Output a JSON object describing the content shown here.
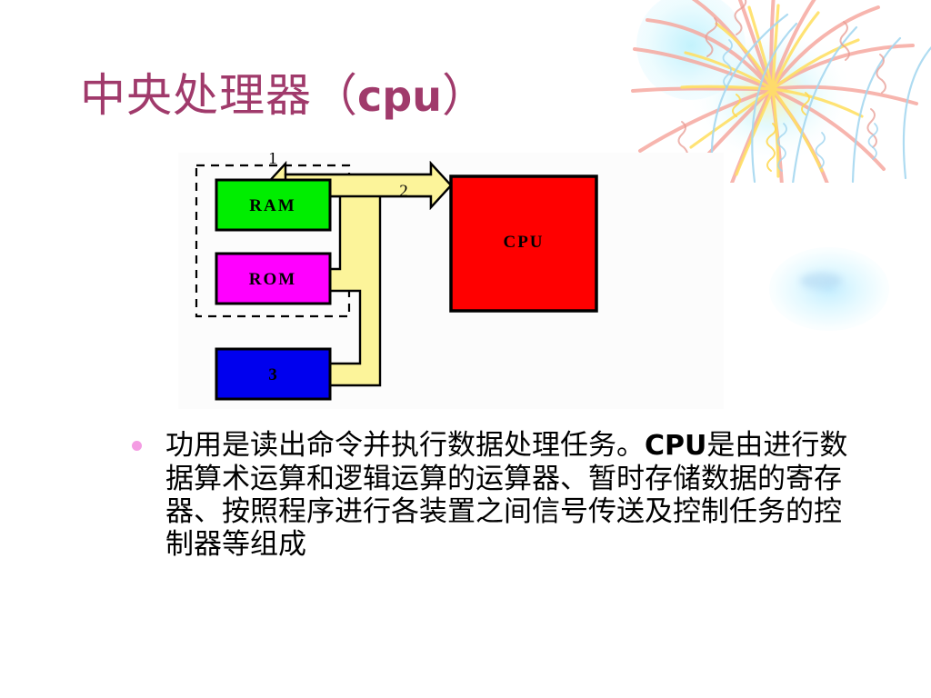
{
  "slide": {
    "title": {
      "cjk_prefix": "中央处理器",
      "paren_open": "（",
      "latin": "cpu",
      "paren_close": "）",
      "color": "#A03A6B",
      "full_text": "中央处理器（ cpu ）"
    },
    "background_color": "#FFFFFF"
  },
  "decorations": [
    {
      "name": "firework-burst",
      "colors": [
        "#F6A9A0",
        "#FFE066",
        "#A6D8F0",
        "#CFF3FB"
      ]
    },
    {
      "name": "cyan-glow-blob",
      "colors": [
        "#96E1FF",
        "#B0D6F0"
      ]
    }
  ],
  "diagram": {
    "figure_background": "#FCFCFC",
    "labels": {
      "group_dashed": "1",
      "bus": "2",
      "blue_box": "3"
    },
    "boxes": [
      {
        "id": "ram",
        "label": "RAM",
        "fill": "#00EE00",
        "stroke": "#000000"
      },
      {
        "id": "rom",
        "label": "ROM",
        "fill": "#FF00FF",
        "stroke": "#000000"
      },
      {
        "id": "device",
        "label": "3",
        "fill": "#0000EE",
        "stroke": "#000000"
      },
      {
        "id": "cpu",
        "label": "CPU",
        "fill": "#FF0000",
        "stroke": "#000000"
      }
    ],
    "bus": {
      "label": "2",
      "fill": "#FCF49A",
      "stroke": "#000000",
      "description": "yellow multi-headed bus arrow linking RAM, ROM and device 3 to the CPU"
    },
    "dashed_group": {
      "label": "1",
      "stroke": "#000000",
      "contains": [
        "RAM",
        "ROM"
      ]
    }
  },
  "body": {
    "bullet_color": "#F49CE3",
    "text_part1": "功用是读出命令并执行数据处理任务。",
    "text_cpu": "CPU",
    "text_part2": "是由进行数据算术运算和逻辑运算的运算器、暂时存储数据的寄存器、按照程序进行各装置之间信号传送及控制任务的控制器等组成",
    "full_text": "功用是读出命令并执行数据处理任务。 CPU 是由进行数据算术运算和逻辑运算的运算器、暂时存储数据的寄存器、按照程序进行各装置之间信号传送及控制任务的控制器等组成"
  }
}
